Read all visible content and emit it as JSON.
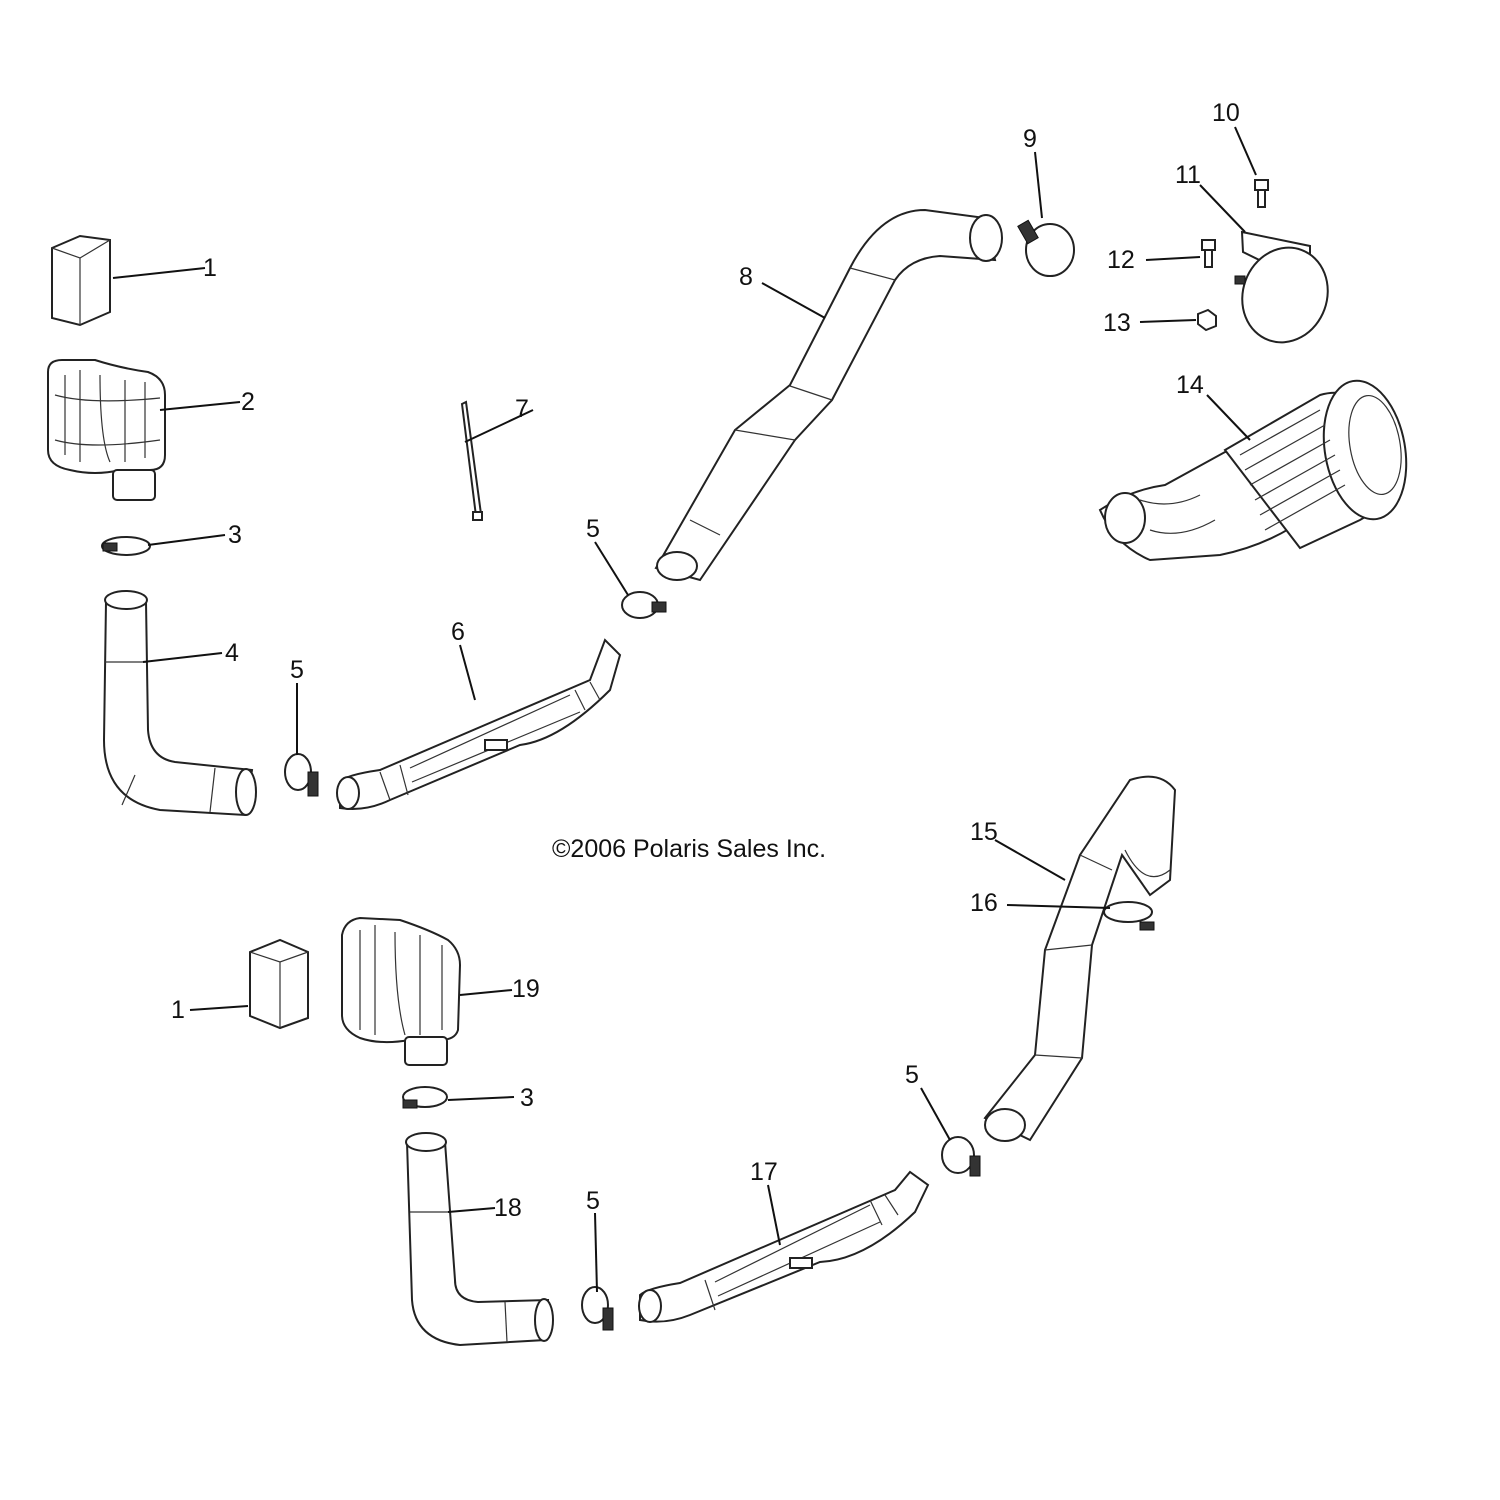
{
  "copyright": "©2006 Polaris Sales Inc.",
  "callouts": [
    "1",
    "2",
    "3",
    "4",
    "5",
    "6",
    "7",
    "8",
    "9",
    "10",
    "11",
    "12",
    "13",
    "14",
    "5",
    "1",
    "19",
    "3",
    "18",
    "5",
    "17",
    "5",
    "15",
    "16"
  ]
}
